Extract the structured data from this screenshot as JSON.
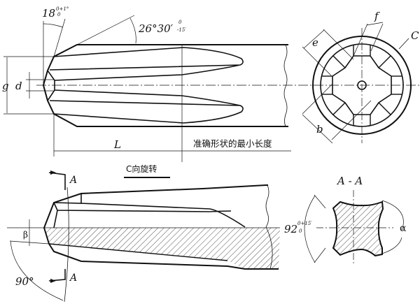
{
  "top_view": {
    "angle_tip": {
      "main": "18",
      "sup": "0+1°",
      "sub": "0"
    },
    "angle_flank": {
      "main": "26°30′",
      "sup": "0",
      "sub": "-15′"
    },
    "dim_g": "g",
    "dim_d": "d",
    "dim_L": "L",
    "note_min_length": "准确形状的最小长度"
  },
  "end_view": {
    "dim_e": "e",
    "dim_f": "f",
    "view_c": "C",
    "dim_b": "b"
  },
  "side_view": {
    "title": "C向旋转",
    "section_mark_top": "A",
    "section_mark_bottom": "A",
    "angle_beta": "β",
    "angle_90": "90°"
  },
  "section_view": {
    "title": "A - A",
    "angle_main": "92",
    "angle_sup": "0+15′",
    "angle_sub": "0",
    "angle_alpha": "α"
  },
  "colors": {
    "line": "#111111",
    "background": "#ffffff"
  }
}
